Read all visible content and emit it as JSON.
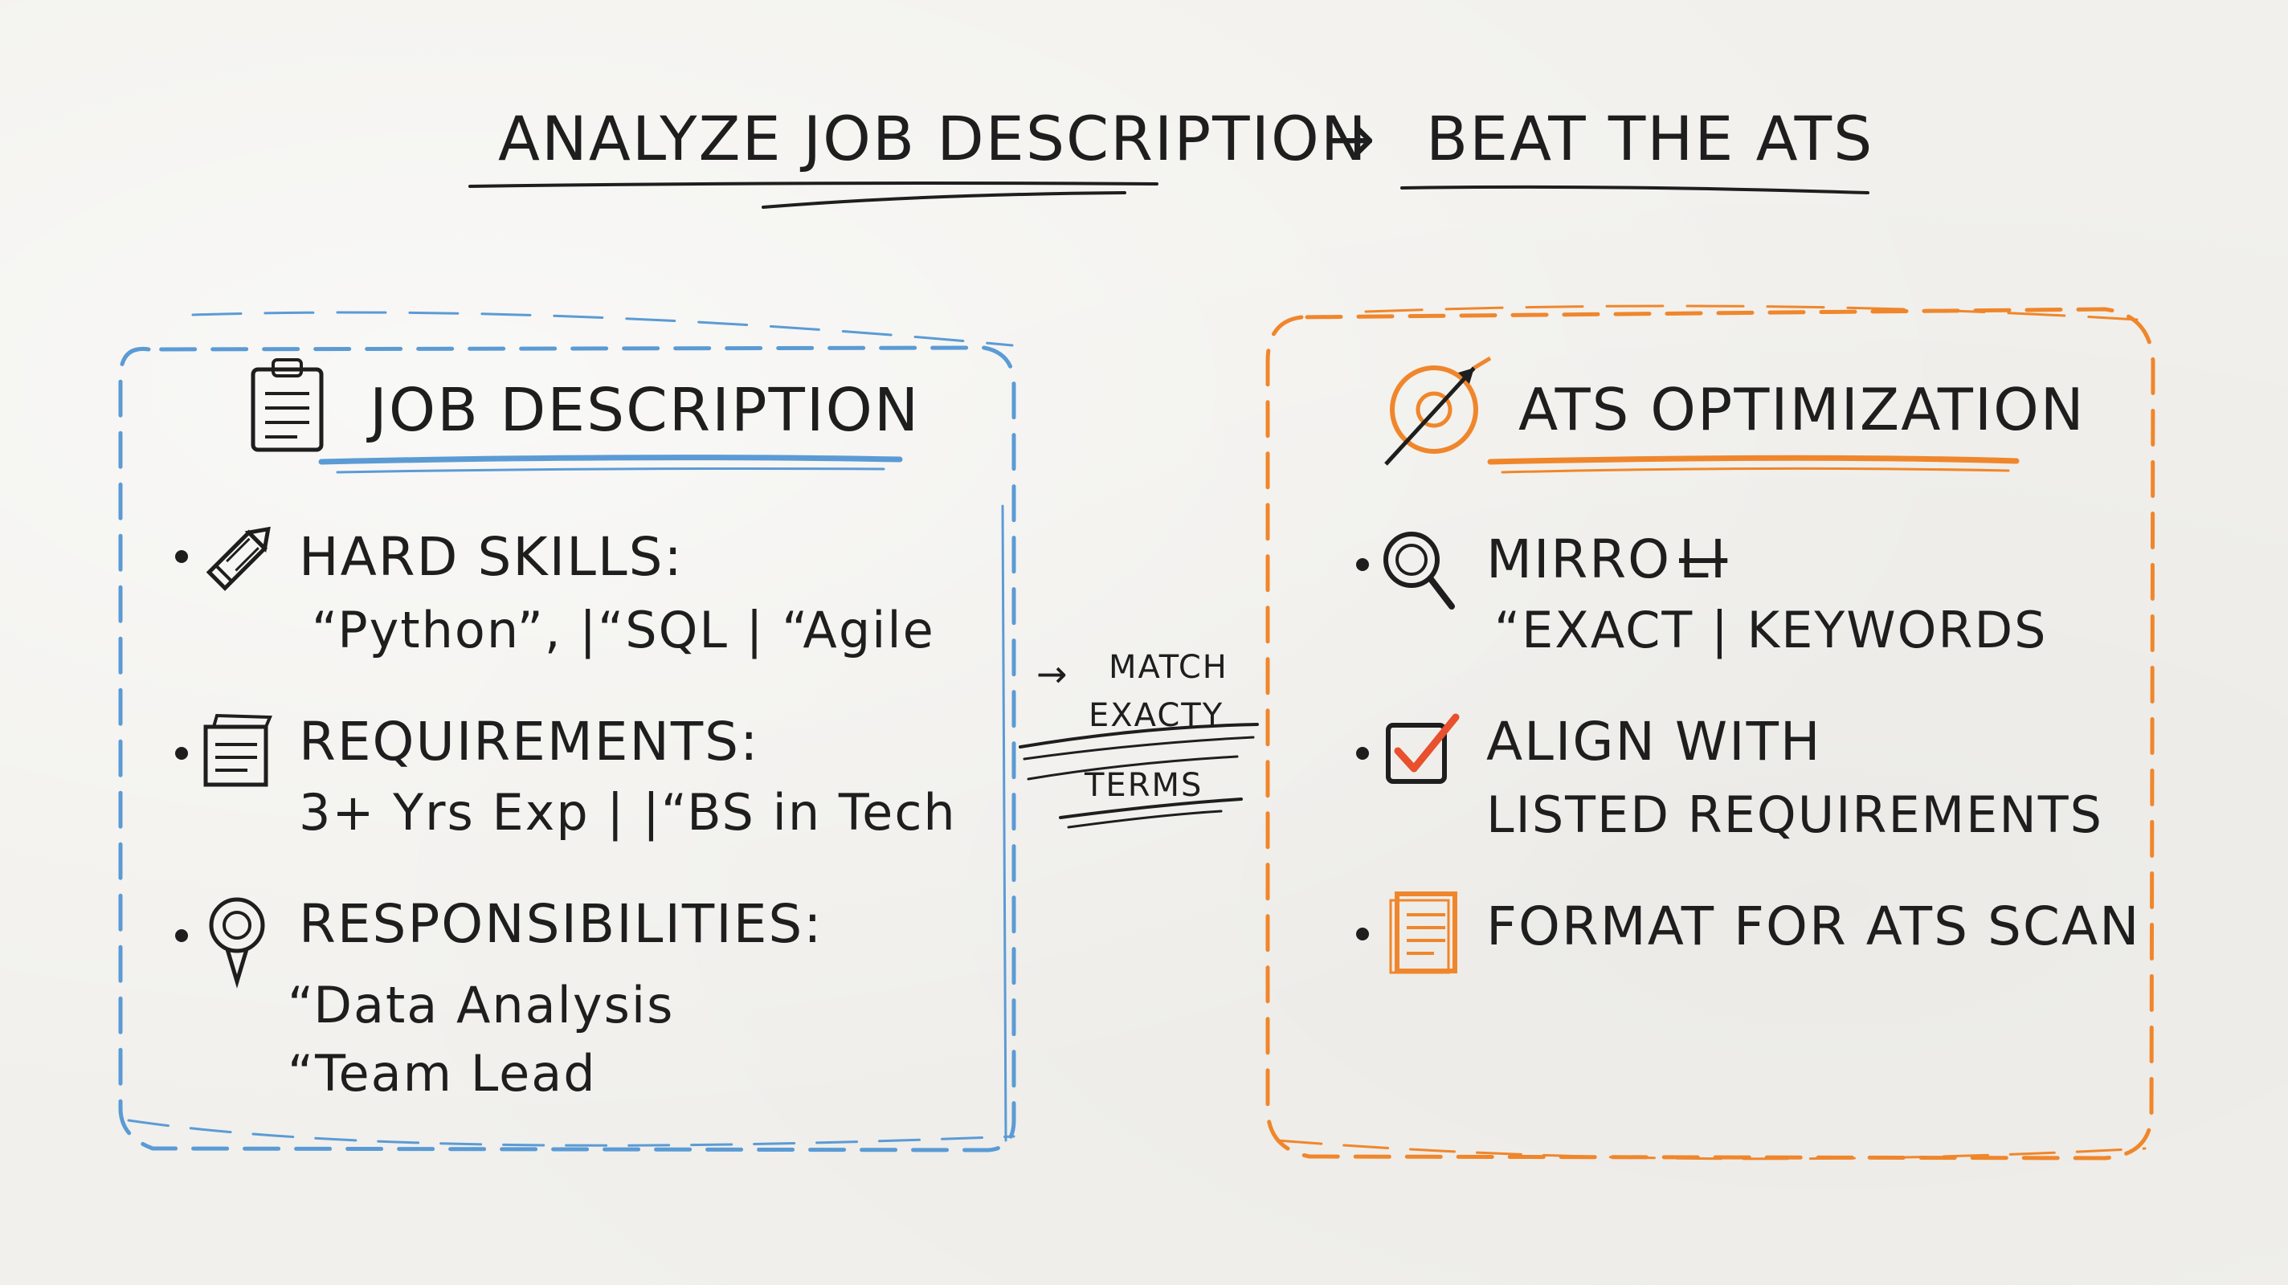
{
  "title": {
    "left": "ANALYZE JOB DESCRIPTION",
    "arrow": "→",
    "right": "BEAT THE ATS"
  },
  "job_description": {
    "heading": "JOB DESCRIPTION",
    "icon": "clipboard-icon",
    "accent": "#5b9bd5",
    "items": [
      {
        "icon": "pencil-icon",
        "label": "HARD SKILLS:",
        "detail": "“Python”, |“SQL | “Agile"
      },
      {
        "icon": "document-icon",
        "label": "REQUIREMENTS:",
        "detail": "3+ Yrs Exp | |“BS in Tech"
      },
      {
        "icon": "lightbulb-pin-icon",
        "label": "RESPONSIBILITIES:",
        "details": [
          "“Data Analysis",
          "“Team Lead"
        ]
      }
    ]
  },
  "connector": {
    "arrow": "→",
    "lines": [
      "MATCH",
      "EXACTY",
      "TERMS"
    ]
  },
  "ats_optimization": {
    "heading": "ATS OPTIMIZATION",
    "icon": "target-arrow-icon",
    "accent": "#f0862b",
    "items": [
      {
        "icon": "magnifier-icon",
        "label": "MIRRO",
        "struck": "LI",
        "detail": "“EXACT | KEYWORDS"
      },
      {
        "icon": "checkbox-icon",
        "label": "ALIGN WITH",
        "detail": "LISTED REQUIREMENTS"
      },
      {
        "icon": "resume-document-icon",
        "label": "FORMAT FOR ATS SCAN"
      }
    ]
  }
}
